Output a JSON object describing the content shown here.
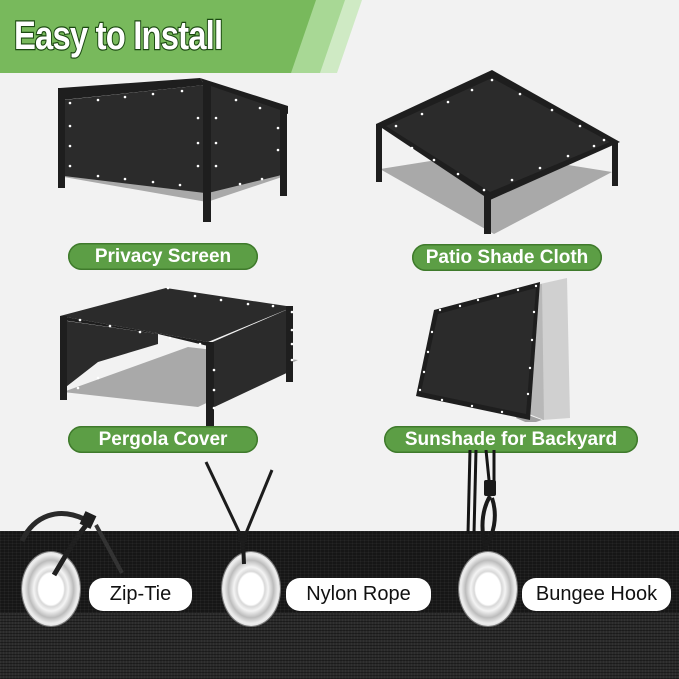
{
  "banner": {
    "title": "Easy to Install",
    "colors": {
      "green": "#78b95c",
      "light_green": "#a8d895",
      "text_outline": "#1c4a12"
    }
  },
  "applications": [
    {
      "label": "Privacy Screen",
      "illustration": "two-wall-privacy-screen"
    },
    {
      "label": "Patio Shade Cloth",
      "illustration": "flat-roof-canopy"
    },
    {
      "label": "Pergola Cover",
      "illustration": "roof-and-side-pergola-cover"
    },
    {
      "label": "Sunshade for Backyard",
      "illustration": "wall-leaning-panel"
    }
  ],
  "fasteners": [
    {
      "label": "Zip-Tie",
      "icon": "zip-tie-icon"
    },
    {
      "label": "Nylon Rope",
      "icon": "nylon-rope-icon"
    },
    {
      "label": "Bungee Hook",
      "icon": "bungee-hook-icon"
    }
  ],
  "colors": {
    "pill_green": "#5c9e45",
    "fabric_dark": "#2b2b2b",
    "frame": "#1e1e1e",
    "shadow": "#a9a9a9",
    "background": "#f2f2f2"
  }
}
